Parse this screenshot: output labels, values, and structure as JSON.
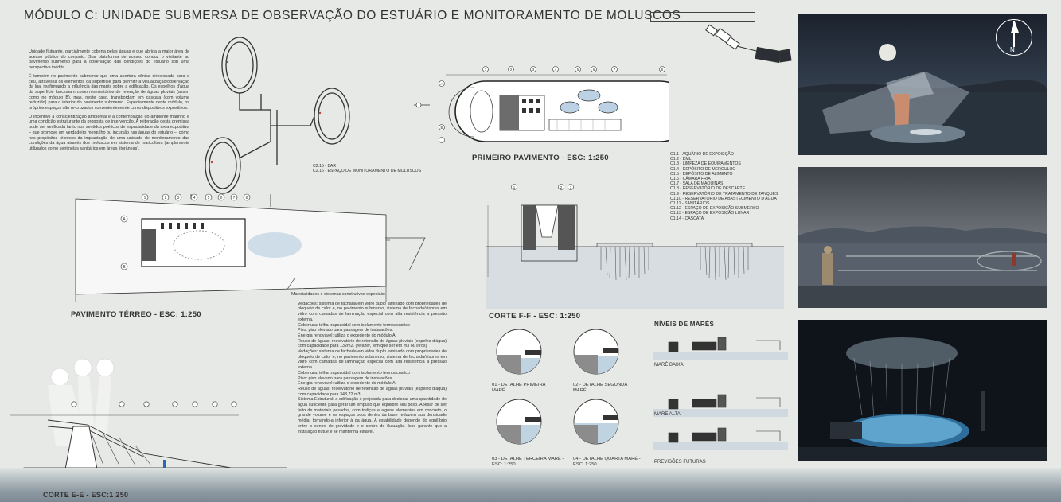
{
  "header": {
    "title": "MÓDULO C: UNIDADE SUBMERSA DE OBSERVAÇÃO DO ESTUÁRIO E MONITORAMENTO DE MOLUSCOS"
  },
  "intro": {
    "paragraphs": [
      "Unidade flutuante, parcialmente coberta pelas águas e que abriga a maior área de acesso público do conjunto. Sua plataforma de acesso conduz o visitante ao pavimento submerso para a observação das condições do estuário sob uma perspectiva inédita.",
      "É também no pavimento submerso que uma abertura cônica direcionada para o céu, atravessa os elementos da superfície para permitir a visualização/observação da lua, reafirmando a influência das marés sobre a edificação. Os espelhos d'água da superfície funcionam como reservatórios de retenção de águas pluviais (assim como no módulo B), mas, neste caso, transbordam em cascata (com volume reduzido) para o interior do pavimento submerso. Especialmente neste módulo, os próprios espaços são re-cruzados convenientemente como dispositivos expositivos.",
      "O incentivo à conscientização ambiental e à contemplação do ambiente marinho é uma condição estruturante da proposta de intervenção. A reiteração desta premissa pode ser verificada tanto nos sentidos poéticos de espacialidade da área expositiva – que promove um verdadeiro mergulho ou incursão nas águas do estuário –, como nos propósitos técnicos da implantação de uma unidade de monitoramento das condições da água através dos moluscos em sistema de maricultura (amplamente utilizados como sentinelas sanitários em áreas litorâneas)."
    ]
  },
  "ground_legend": [
    "C2.15 - BAR",
    "C2.16 - ESPAÇO DE MONITORAMENTO DE MOLUSCOS"
  ],
  "plans": {
    "ground_floor": "PAVIMENTO TÉRREO - ESC: 1:250",
    "first_floor": "PRIMEIRO PAVIMENTO - ESC: 1:250",
    "section_ff": "CORTE F-F - ESC: 1:250",
    "section_ee": "CORTE E-E - ESC:1 250"
  },
  "floor_legend": [
    "C1.1 - AQUÁRIO DE EXPOSIÇÃO",
    "C1.2 - DML",
    "C1.3 - LIMPEZA DE EQUIPAMENTOS",
    "C1.4 - DEPÓSITO DE MERGULHO",
    "C1.5 - DEPÓSITO DE ALIMENTO",
    "C1.6 - CÂMARA FRIA",
    "C1.7 - SALA DE MÁQUINAS",
    "C1.8 - RESERVATÓRIO DE DESCARTE",
    "C1.9 - RESERVATÓRIO DE TRATAMENTO DE TANQUES",
    "C1.10 - RESERVATÓRIO DE ABASTECIMENTO D'ÁGUA",
    "C1.11 - SANITÁRIOS",
    "C1.12 - ESPAÇO DE EXPOSIÇÃO SUBMERSO",
    "C1.13 - ESPAÇO DE EXPOSIÇÃO LUNAR",
    "C1.14 - CASCATA"
  ],
  "materials": {
    "heading": "Materialidades e sistemas construtivos especiais:",
    "items": [
      "Vedações: sistema de fachada em vidro duplo laminado com propriedades de bloqueio de calor e, no pavimento submerso, sistema de fachada/visores em vidro com camadas de laminação especial com alta resistência a pressão externa.",
      "Cobertura: telha trapezoidal com isolamento termoacústico",
      "Piso: piso elevado para passagem de instalações.",
      "Energia renovável: utiliza o excedente do módulo A.",
      "Reuso de águas: reservatório de retenção de águas pluviais (espelho d'água) com capacidade para 132m2. (refazer, tem que ser em m3 ou litros)",
      "Vedações: sistema de fachada em vidro duplo laminado com propriedades de bloqueio de calor e, no pavimento submerso, sistema de fachada/visores em vidro com camadas de laminação especial com alta resistência a pressão externa.",
      "Cobertura: telha trapezoidal com isolamento termoacústico",
      "Piso: piso elevado para passagem de instalações.",
      "Energia renovável: utiliza o excedente do módulo A.",
      "Reuso de águas: reservatório de retenção de águas pluviais (espelho d'água) com capacidade para 343,72 m3",
      "Sistema Estrutural: a edificação é projetada para deslocar uma quantidade de água suficiente para gerar um empuxo que equilibre seu peso. Apesar de ser feito de materiais pesados, com treliças e alguns elementos em concreto, o grande volume e os espaços ocos dentro da base reduzem sua densidade média, tornando-a inferior à da água. A estabilidade depende do equilíbrio entre o centro de gravidade e o centro de flutuação. Isso garante que a instalação flutue e se mantenha estável."
    ]
  },
  "details": [
    "01 - DETALHE PRIMEIRA MARÉ",
    "02 - DETALHE SEGUNDA MARÉ",
    "03 - DETALHE TERCEIRA MARÉ - ESC: 1:250",
    "04 - DETALHE QUARTA MARÉ - ESC: 1:250"
  ],
  "tides": {
    "heading": "NÍVEIS DE MARÉS",
    "levels": [
      "MARÉ BAIXA",
      "MARÉ ALTA",
      "PREVISÕES FUTURAS"
    ]
  },
  "compass": {
    "label": "N"
  },
  "axis_labels": [
    "1",
    "2",
    "3",
    "4",
    "5",
    "6",
    "7",
    "8",
    "A",
    "B"
  ],
  "colors": {
    "background": "#e6e9e5",
    "line": "#333333",
    "water_blue": "#bfd3e0",
    "night_sky": "#1e2734",
    "ground_gray": "#8c8c8c"
  }
}
